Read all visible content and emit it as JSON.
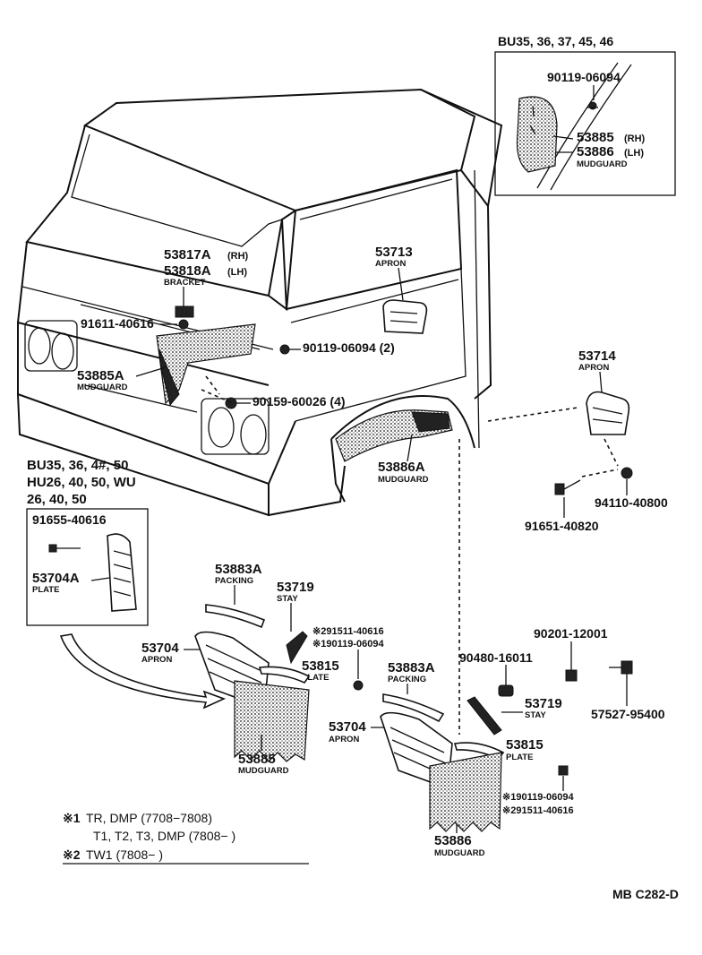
{
  "inset_top": {
    "header": "BU35, 36, 37, 45, 46",
    "bolt": "90119-06094",
    "mudguard_rh_no": "53885",
    "mudguard_rh_side": "(RH)",
    "mudguard_lh_no": "53886",
    "mudguard_lh_side": "(LH)",
    "mudguard_name": "MUDGUARD"
  },
  "cab": {
    "bracket_rh_no": "53817A",
    "bracket_rh_side": "(RH)",
    "bracket_lh_no": "53818A",
    "bracket_lh_side": "(LH)",
    "bracket_name": "BRACKET",
    "bolt_front": "91611-40616",
    "mudguard_front_no": "53885A",
    "mudguard_front_name": "MUDGUARD",
    "bolt_side": "90119-06094 (2)",
    "bolt_lower": "90159-60026 (4)",
    "apron_r_no": "53713",
    "apron_r_name": "APRON",
    "mudguard_r_no": "53886A",
    "mudguard_r_name": "MUDGUARD"
  },
  "right_group": {
    "apron_no": "53714",
    "apron_name": "APRON",
    "bolt": "91651-40820",
    "nut": "94110-40800"
  },
  "inset_left": {
    "header_line1": "BU35, 36, 4#, 50",
    "header_line2": "HU26, 40, 50, WU",
    "header_line3": "26, 40, 50",
    "bolt": "91655-40616",
    "plate_no": "53704A",
    "plate_name": "PLATE"
  },
  "left_assembly": {
    "packing_no": "53883A",
    "packing_name": "PACKING",
    "stay_no": "53719",
    "stay_name": "STAY",
    "bolt1": "※291511-40616",
    "bolt2": "※190119-06094",
    "apron_no": "53704",
    "apron_name": "APRON",
    "plate_no": "53815",
    "plate_name": "PLATE",
    "mudguard_no": "53885",
    "mudguard_name": "MUDGUARD"
  },
  "right_assembly": {
    "nut_top": "90201-12001",
    "clip": "90480-16011",
    "packing_no": "53883A",
    "packing_name": "PACKING",
    "stay_no": "53719",
    "stay_name": "STAY",
    "bolt_side": "57527-95400",
    "apron_no": "53704",
    "apron_name": "APRON",
    "plate_no": "53815",
    "plate_name": "PLATE",
    "bolt1": "※190119-06094",
    "bolt2": "※291511-40616",
    "mudguard_no": "53886",
    "mudguard_name": "MUDGUARD"
  },
  "notes": {
    "n1_mark": "※1",
    "n1_text": "TR, DMP (7708−7808)",
    "n1_line2": "T1, T2, T3, DMP (7808−         )",
    "n2_mark": "※2",
    "n2_text": "TW1 (7808−         )"
  },
  "footer": {
    "code": "MB C282-D"
  }
}
